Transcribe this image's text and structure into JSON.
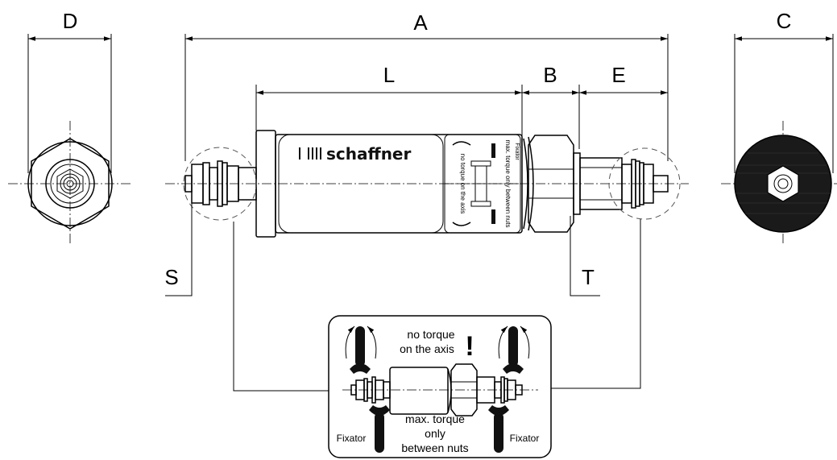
{
  "dimensions": {
    "A": "A",
    "B": "B",
    "C": "C",
    "D": "D",
    "E": "E",
    "L": "L",
    "S": "S",
    "T": "T"
  },
  "brand": "schaffner",
  "callout": {
    "no_torque_line1": "no torque",
    "no_torque_line2": "on the axis",
    "exclamation": "!",
    "max_torque_line1": "max. torque",
    "max_torque_line2": "only",
    "max_torque_line3": "between nuts",
    "fixator_left": "Fixator",
    "fixator_right": "Fixator"
  },
  "label_on_body": {
    "no_torque": "no torque on the axis",
    "max_torque": "max. torque only between nuts",
    "fixator": "Fixator"
  }
}
